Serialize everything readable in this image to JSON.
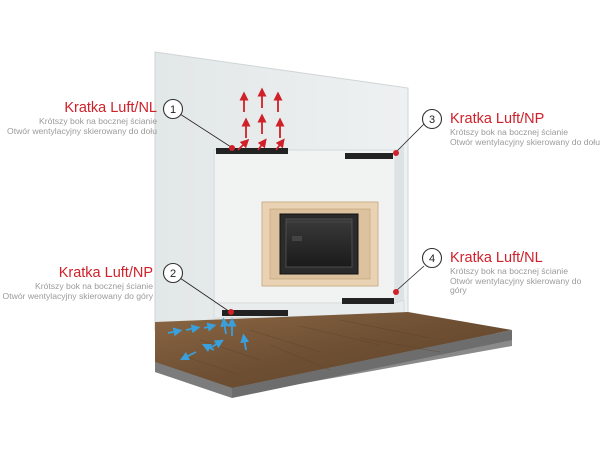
{
  "callouts": [
    {
      "number": "1",
      "title": "Kratka Luft/NL",
      "line1": "Krótszy bok na bocznej ścianie",
      "line2": "Otwór wentylacyjny skierowany do dołu"
    },
    {
      "number": "2",
      "title": "Kratka Luft/NP",
      "line1": "Krótszy bok na bocznej ścianie",
      "line2": "Otwór wentylacyjny skierowany do góry"
    },
    {
      "number": "3",
      "title": "Kratka Luft/NP",
      "line1": "Krótszy bok na bocznej ścianie",
      "line2": "Otwór wentylacyjny skierowany do dołu"
    },
    {
      "number": "4",
      "title": "Kratka Luft/NL",
      "line1": "Krótszy bok na bocznej ścianie",
      "line2": "Otwór wentylacyjny skierowany do góry"
    }
  ],
  "colors": {
    "accent": "#d0202a",
    "wall": "#e6eaea",
    "floor": "#7a5a3c",
    "airflow_cold": "#3aa0dd",
    "airflow_hot": "#d0202a"
  }
}
